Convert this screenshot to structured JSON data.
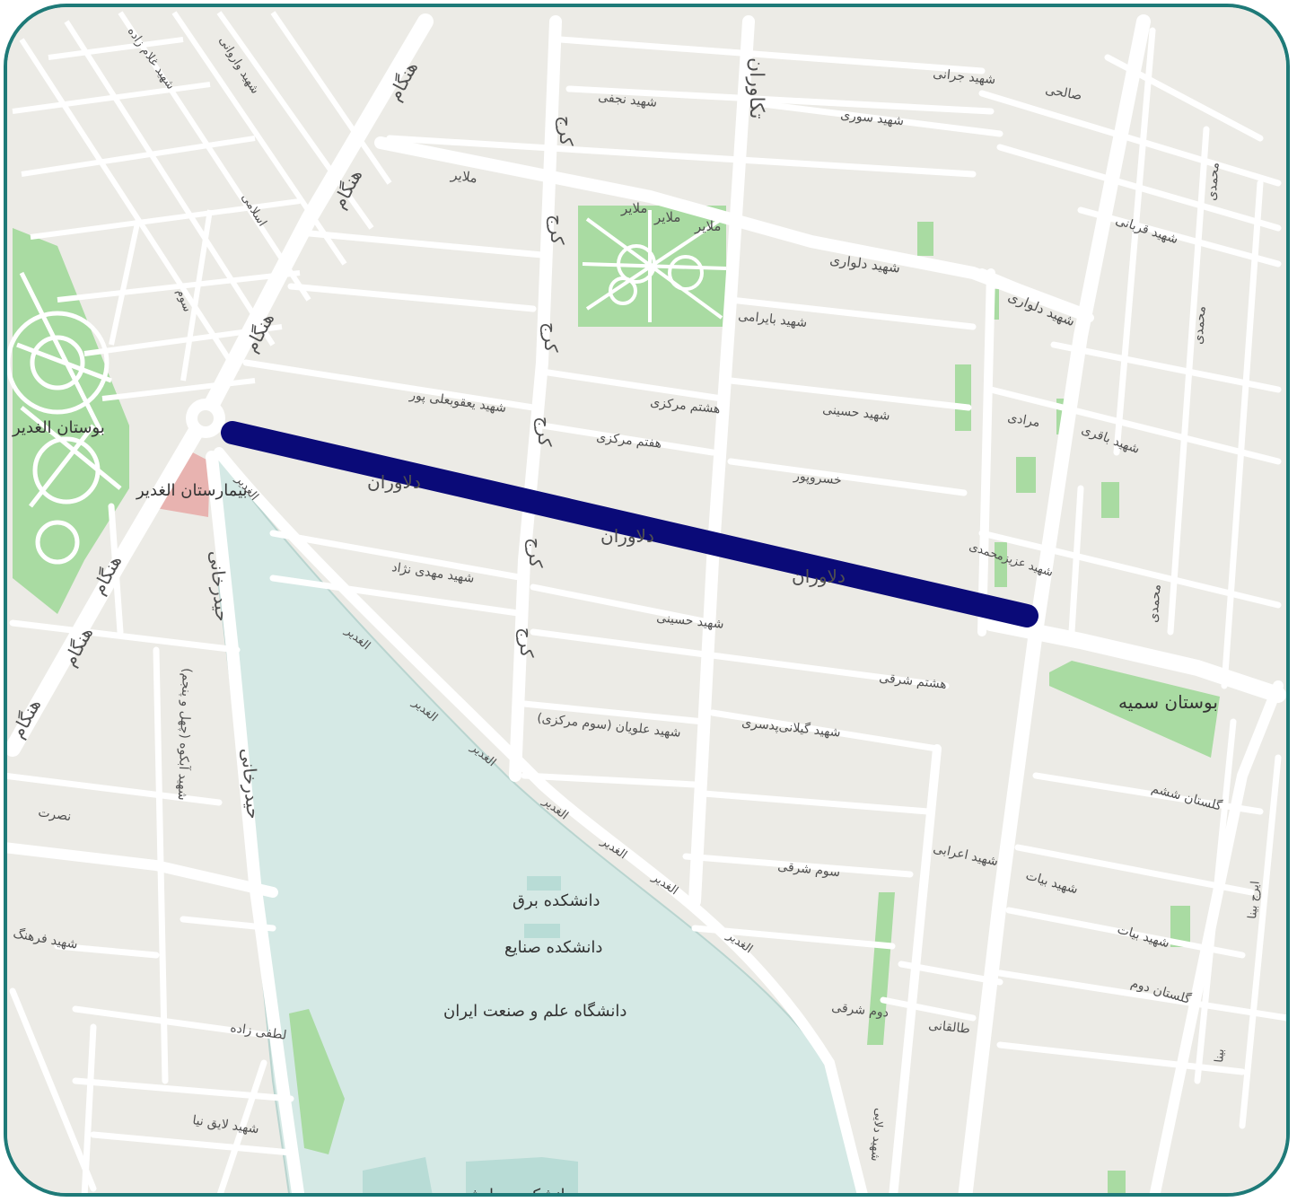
{
  "colors": {
    "land": "#ecebe6",
    "road": "#ffffff",
    "park": "#a9dba2",
    "campus": "#d5e9e5",
    "hospital": "#e8b3b0",
    "route": "#0a0a78",
    "frame": "#1e7a78",
    "label": "#4f4f4f"
  },
  "labels": {
    "hengam": "هنگام",
    "karaj": "کرج",
    "tekavaran": "تکاوران",
    "malayer": "ملایر",
    "delavaran": "دلاوران",
    "heydarkhani": "حیدرخانی",
    "alghadir": "الغدیر",
    "shahid_najafi": "شهید نجفی",
    "shahid_souri": "شهید سوری",
    "shahid_jorani": "شهید جرانی",
    "salehi": "صالحی",
    "shahid_delvari": "شهید دلواری",
    "shahid_delvari_2": "شهید دلواری",
    "shahid_bayrami": "شهید بایرامی",
    "shahid_yaghoubali": "شهید یعقوبعلی پور",
    "hashtom_markazi": "هشتم مرکزی",
    "shahid_hosseini": "شهید حسینی",
    "moradi": "مرادی",
    "shahid_bagheri": "شهید باقری",
    "shahid_gorbani": "شهید قربانی",
    "mohammadi": "محمدی",
    "haftom_markazi": "هفتم مرکزی",
    "khosropour": "خسروپور",
    "shahid_azizmohammadi": "شهید عزیزمحمدی",
    "shahid_mehdinejad": "شهید مهدی نژاد",
    "shahid_hosseini_2": "شهید حسینی",
    "shahid_alavian": "شهید علویان (سوم مرکزی)",
    "hashtom_sharghi": "هشتم شرقی",
    "shahid_gilanirad": "شهید گیلانی‌پدسری",
    "golestan_sheshom": "گلستان ششم",
    "shahid_aerabi": "شهید اعرابی",
    "sevom_sharghi": "سوم شرقی",
    "shahid_bayat": "شهید بیات",
    "shahid_bayat_2": "شهید بیات",
    "golestan_dovom": "گلستان دوم",
    "dovom_sharghi": "دوم شرقی",
    "taleghani": "طالقانی",
    "loftizadeh": "لطفی زاده",
    "shahid_laeghnia": "شهید لایق نیا",
    "shahid_farhang": "شهید فرهنگ",
    "shahid_abkoh": "شهید آبکوه (چهل و پنجم)",
    "nosrat": "نصرت",
    "shahid_varvani": "شهید واروانی",
    "shahid_gholamzadeh": "شهید غلام زاده",
    "eslami": "اسلامی",
    "sevom": "سوم",
    "shahid_dalaei": "شهید دلایی",
    "bina": "بینا",
    "iraj_bina": "ایرج بینا"
  },
  "places": {
    "park_ghadir": "بوستان الغدیر",
    "hospital": "بیمارستان الغدیر",
    "park_somayeh": "بوستان سمیه",
    "faculty_bargh": "دانشکده برق",
    "faculty_sanaye": "دانشکده صنایع",
    "university": "دانشگاه علم و صنعت ایران",
    "faculty_mavad": "دانشکده موادشیمی"
  }
}
